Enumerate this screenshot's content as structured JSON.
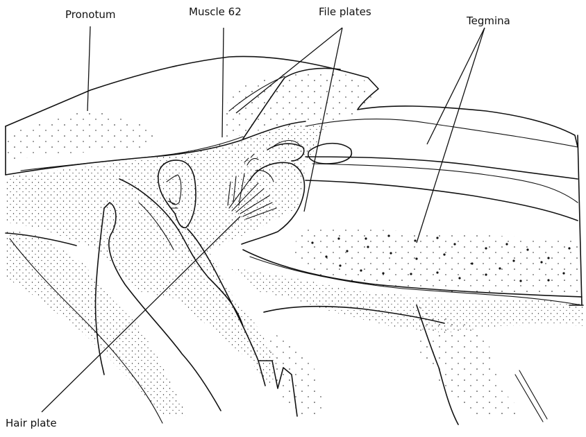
{
  "labels": {
    "pronotum": "Pronotum",
    "muscle": "Muscle 62",
    "file_plates": "File plates",
    "tegmina": "Tegmina",
    "hair_plate": "Hair plate"
  },
  "colors": {
    "ink": "#111111",
    "background": "#ffffff"
  }
}
